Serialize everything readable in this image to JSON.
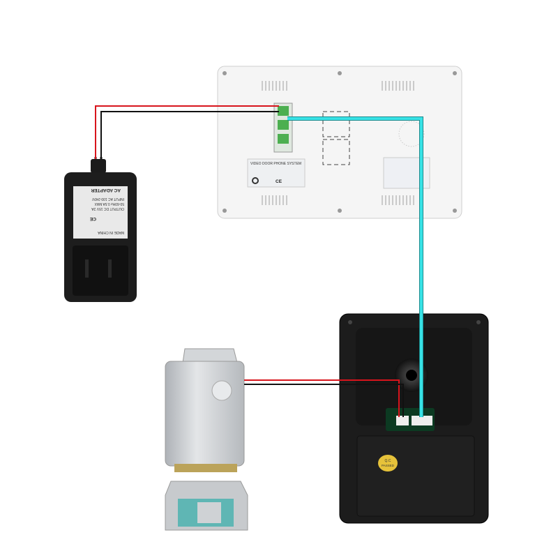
{
  "diagram": {
    "title": "Video door phone wiring diagram",
    "colors": {
      "red_wire": "#d8141c",
      "black_wire": "#111111",
      "cyan_wire": "#38e2e6",
      "monitor": "#f4f4f4",
      "camera": "#1a1a1a",
      "lock": "#c9ccd0"
    },
    "adapter": {
      "label_title": "AC ADAPTER",
      "made_in": "MADE IN CHINA",
      "input": "INPUT AC 100-240V",
      "freq": "50-60Hz 0.5A MAX",
      "output": "OUTPUT DC 15V 2A",
      "ce": "CE"
    },
    "monitor": {
      "label_title": "VIDEO DOOR PHONE SYSTEM",
      "ce": "CE"
    },
    "camera": {
      "qc_sticker_line1": "Q.C",
      "qc_sticker_line2": "PASSED"
    }
  }
}
